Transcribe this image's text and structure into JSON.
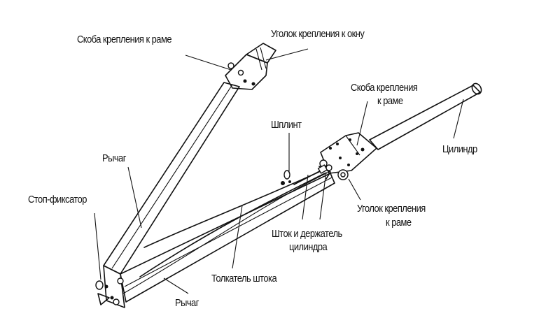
{
  "diagram": {
    "colors": {
      "ink": "#111111",
      "background": "#ffffff"
    },
    "labels": {
      "frame_bracket_top": "Скоба крепления к раме",
      "window_angle": "Уголок крепления к окну",
      "frame_bracket_right_line1": "Скоба крепления",
      "frame_bracket_right_line2": "к раме",
      "cotter_pin": "Шплинт",
      "cylinder": "Цилиндр",
      "lever_upper": "Рычаг",
      "stop_lock": "Стоп-фиксатор",
      "frame_angle_line1": "Уголок крепления",
      "frame_angle_line2": "к раме",
      "rod_holder_line1": "Шток и держатель",
      "rod_holder_line2": "цилиндра",
      "rod_pusher": "Толкатель штока",
      "lever_lower": "Рычаг"
    }
  }
}
